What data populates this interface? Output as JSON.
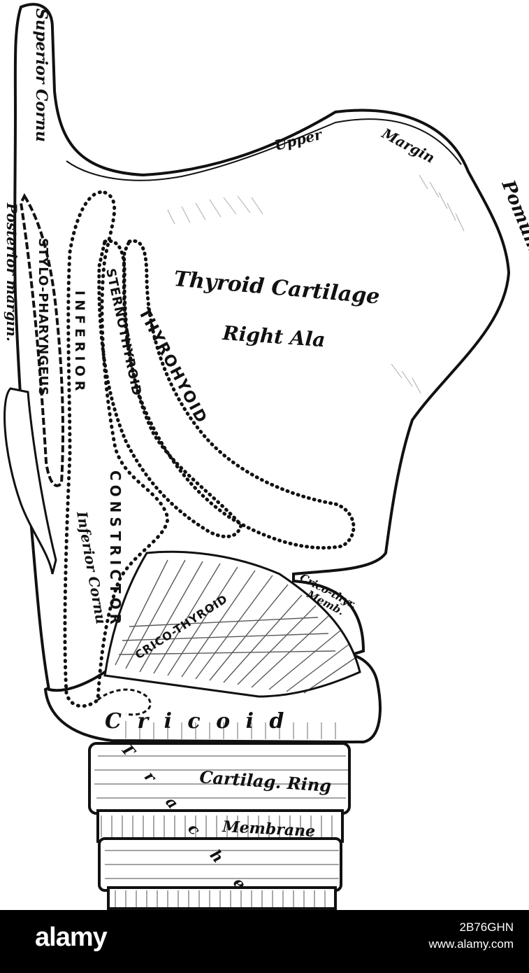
{
  "labels": {
    "superior_cornu": "Superior Cornu",
    "upper_margin_1": "Upper",
    "upper_margin_2": "Margin",
    "pomum_adami": "Pomum Adami.",
    "posterior_margin": "Posterior margin.",
    "stylo_pharyngeus": "STYLO-PHARYNGEUS",
    "inferior": "INFERIOR",
    "sternothyroid": "STERNOTHYROID",
    "thyrohyoid": "THYROHYOID",
    "thyroid_cartilage": "Thyroid Cartilage",
    "right_ala": "Right Ala",
    "constrictor": "CONSTRICTOR",
    "inferior_cornu": "Inferior Cornu",
    "crico_thyroid": "CRICO-THYROID",
    "crico_thyr_memb_1": "Crico-thyr.",
    "crico_thyr_memb_2": "Memb.",
    "cricoid": "C r i c o i d",
    "trachea": "T r a c h e a",
    "cartilag_ring": "Cartilag. Ring",
    "membrane": "Membrane"
  },
  "footer": {
    "brand": "alamy",
    "image_id": "2B76GHN",
    "site": "www.alamy.com"
  }
}
